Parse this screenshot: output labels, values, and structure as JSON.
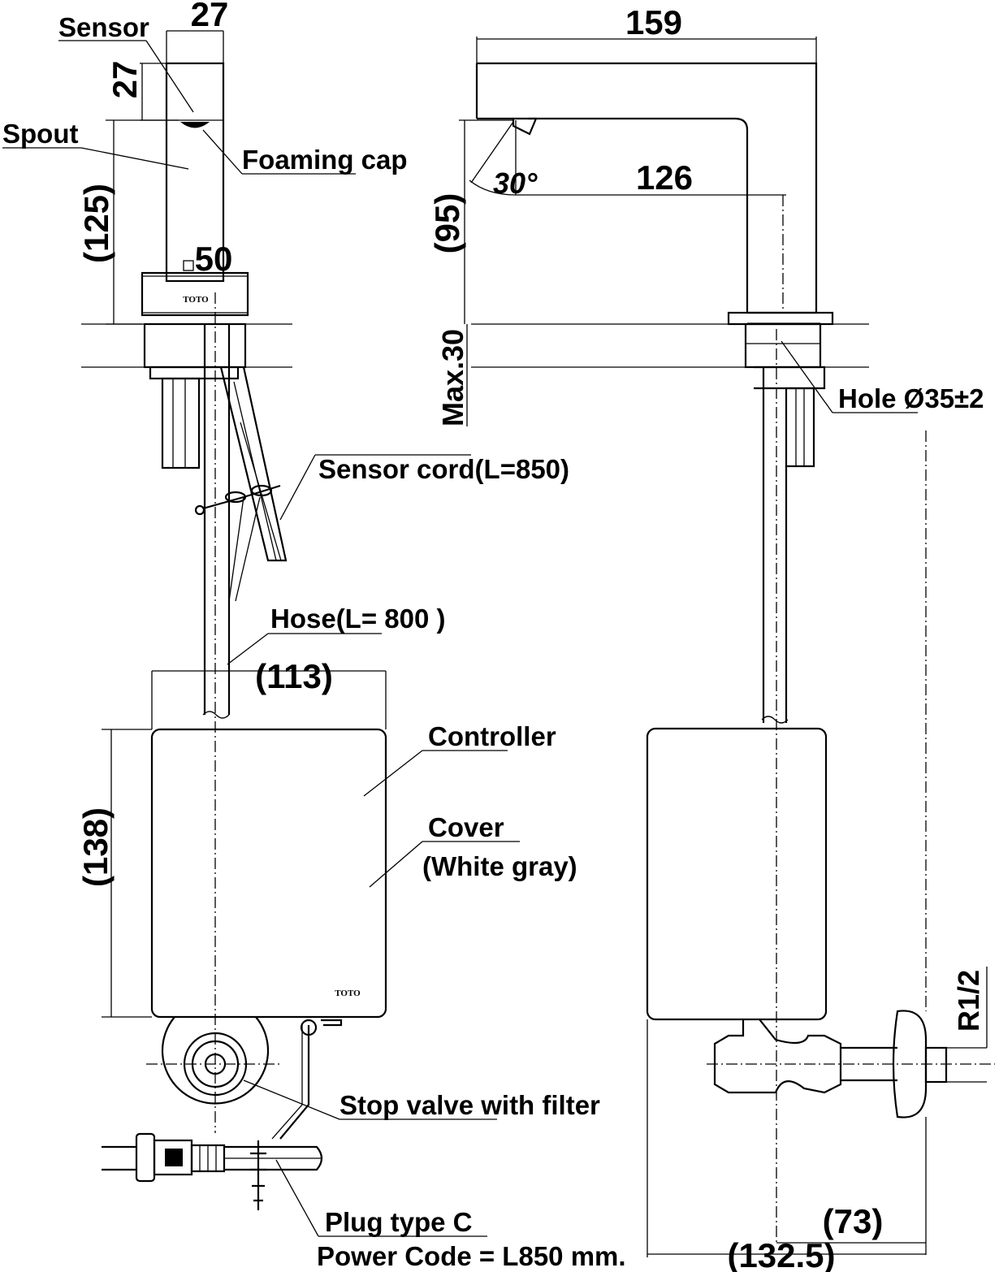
{
  "labels": {
    "sensor": "Sensor",
    "spout": "Spout",
    "foaming_cap": "Foaming cap",
    "sensor_cord": "Sensor cord(L=850)",
    "hose": "Hose(L= 800 )",
    "controller": "Controller",
    "cover": "Cover",
    "cover_color": "(White gray)",
    "stop_valve": "Stop valve with filter",
    "plug_type": "Plug type C",
    "power_code": "Power Code = L850 mm.",
    "hole": "Hole Ø35±2",
    "logo": "TOTO"
  },
  "dimensions": {
    "sensor_width": "27",
    "sensor_height": "27",
    "spout_height": "(125)",
    "base_square": "50",
    "controller_width": "(113)",
    "controller_height": "(138)",
    "spout_length": "159",
    "reach": "126",
    "angle": "30°",
    "body_height": "(95)",
    "max_thickness": "Max.30",
    "thread": "R1/2",
    "valve_offset": "(73)",
    "total_depth": "(132.5)"
  }
}
